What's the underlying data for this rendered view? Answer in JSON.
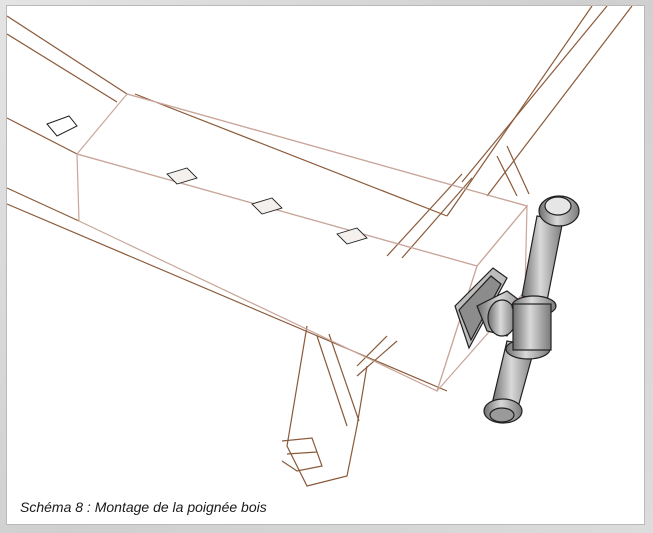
{
  "caption": "Schéma 8 : Montage de la poignée bois",
  "colors": {
    "wood_outline": "#8a5a3a",
    "box_outline": "#c9a69a",
    "hardware_fill": "#a3a3a3",
    "hardware_outline": "#202020"
  },
  "parts": [
    "workbench-frame",
    "vise-block",
    "wooden-handle",
    "vise-screw",
    "vise-plate"
  ]
}
